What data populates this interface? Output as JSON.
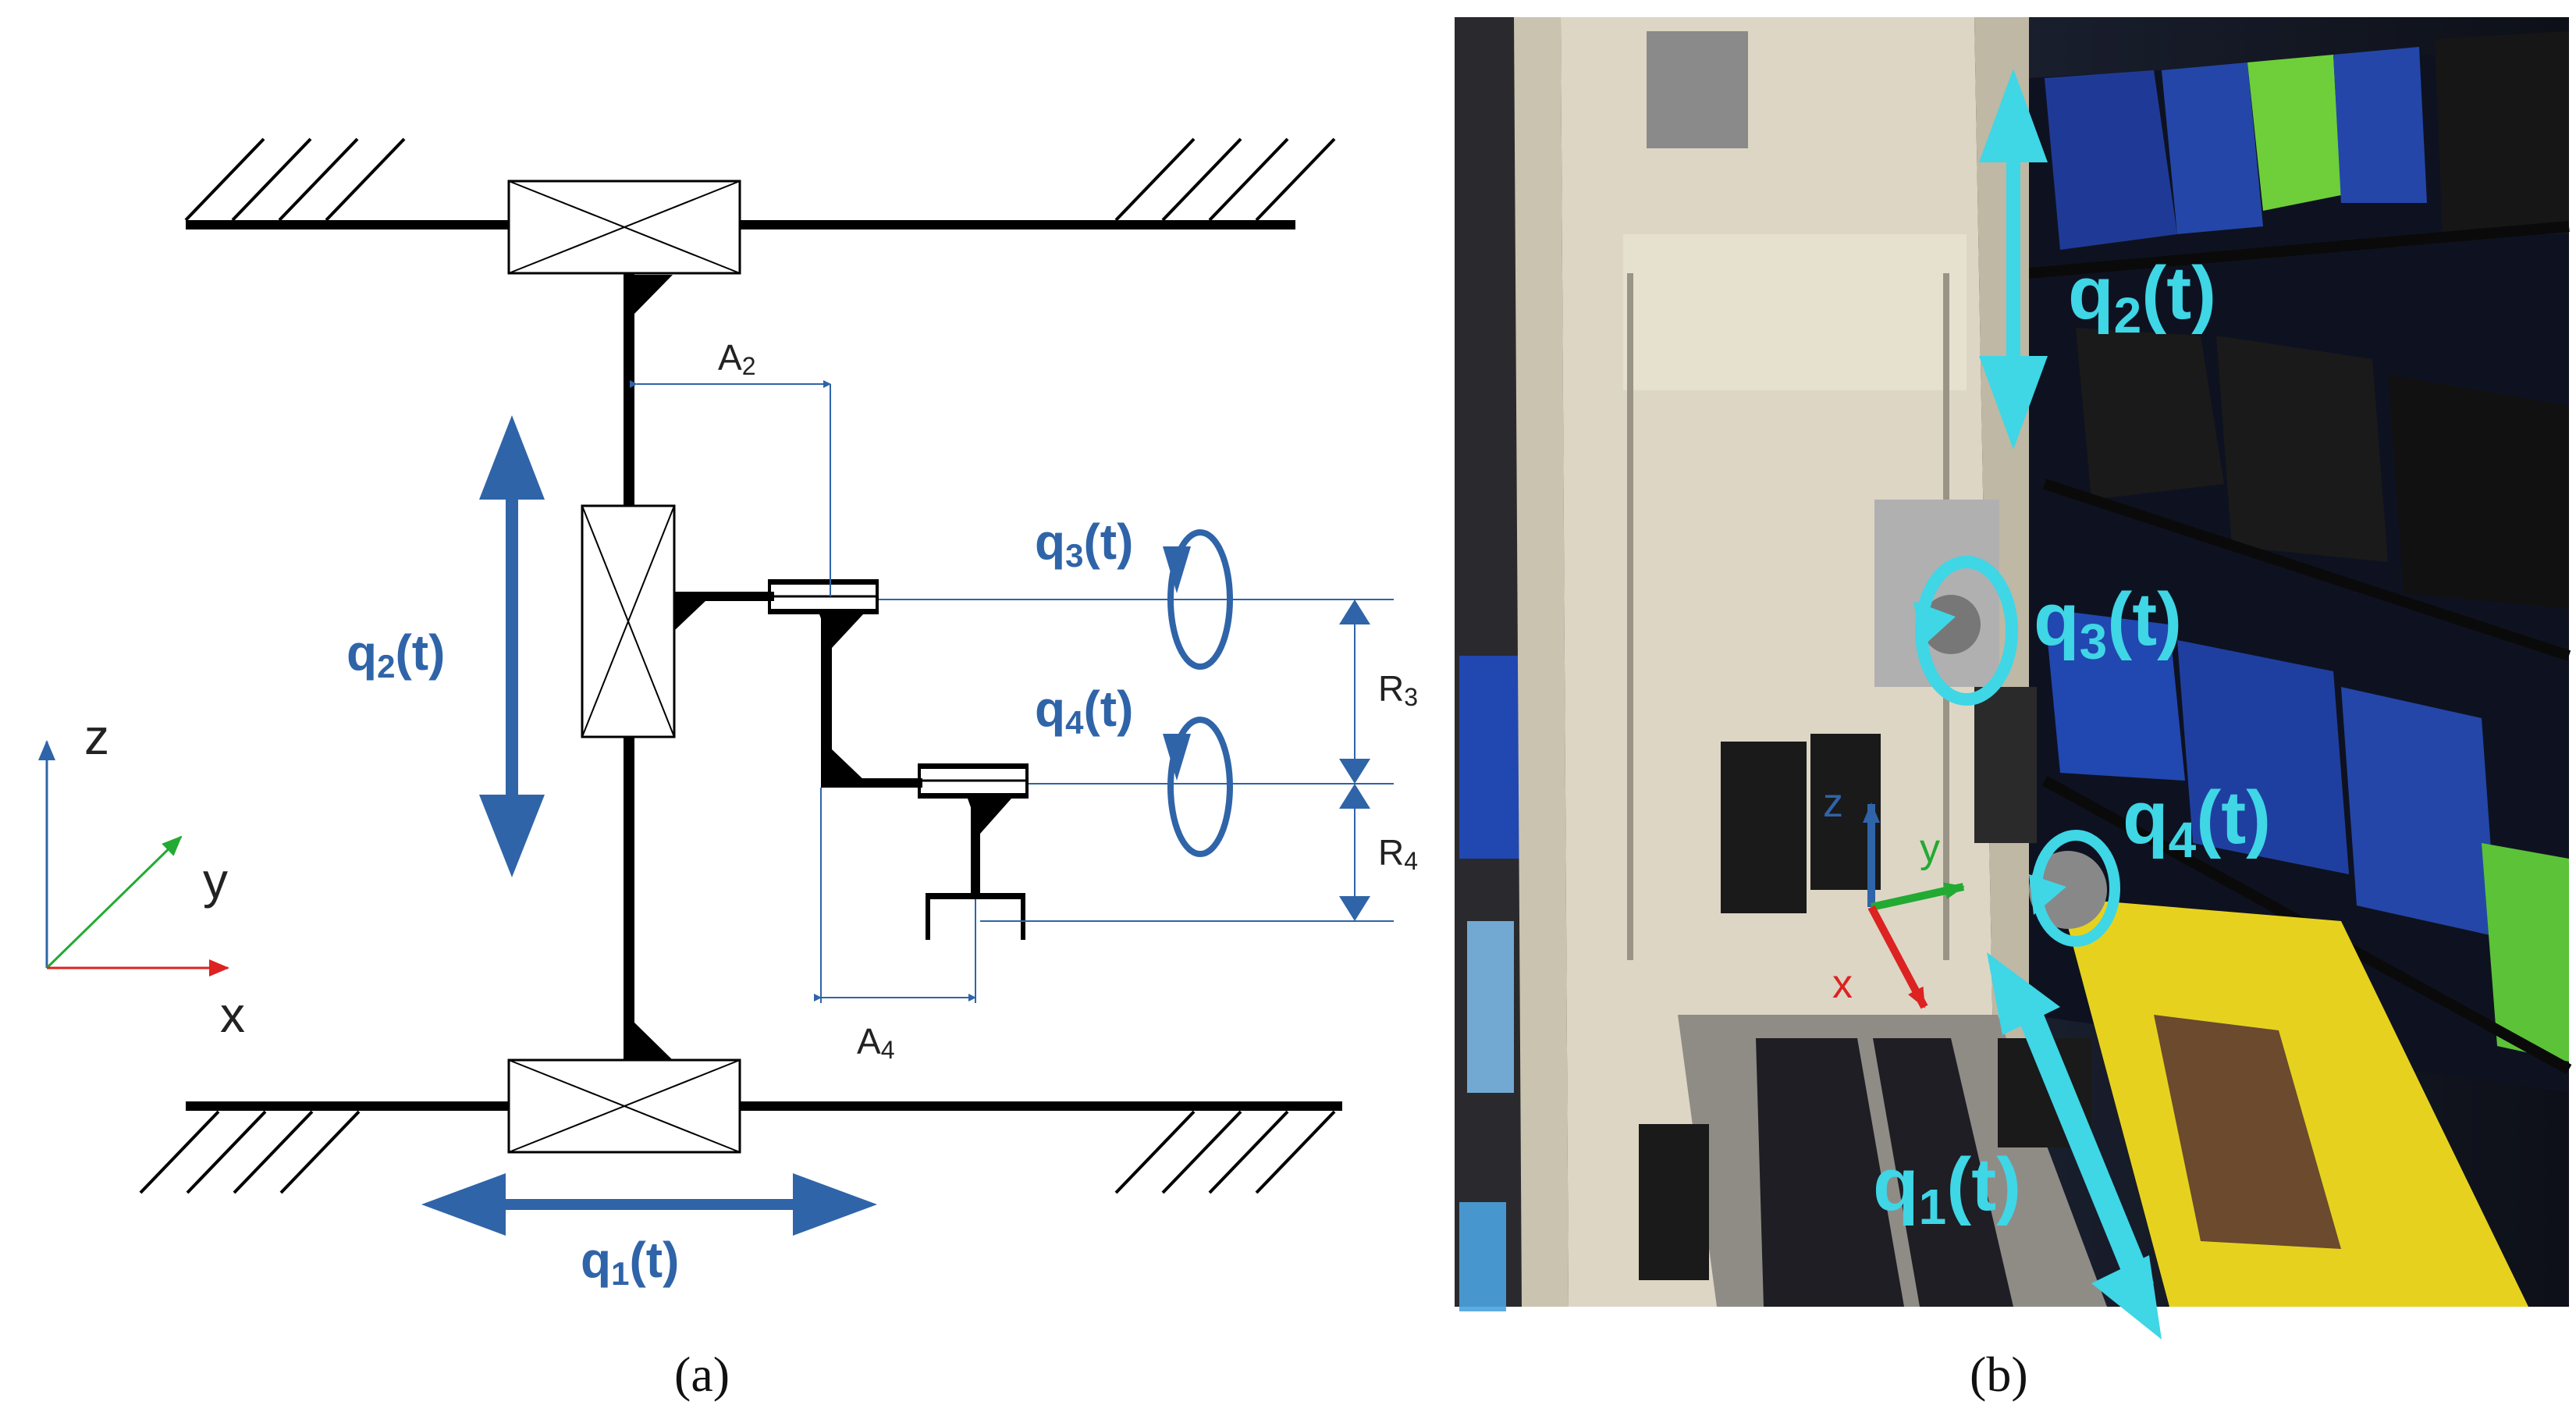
{
  "schematic": {
    "joints": {
      "q1": {
        "base": "q",
        "sub": "1",
        "tail": "(t)"
      },
      "q2": {
        "base": "q",
        "sub": "2",
        "tail": "(t)"
      },
      "q3": {
        "base": "q",
        "sub": "3",
        "tail": "(t)"
      },
      "q4": {
        "base": "q",
        "sub": "4",
        "tail": "(t)"
      }
    },
    "dimensions": {
      "A2": {
        "base": "A",
        "sub": "2"
      },
      "A4": {
        "base": "A",
        "sub": "4"
      },
      "R3": {
        "base": "R",
        "sub": "3"
      },
      "R4": {
        "base": "R",
        "sub": "4"
      }
    },
    "axes": {
      "z": "z",
      "y": "y",
      "x": "x"
    }
  },
  "photo": {
    "joints": {
      "q1": {
        "base": "q",
        "sub": "1",
        "tail": "(t)"
      },
      "q2": {
        "base": "q",
        "sub": "2",
        "tail": "(t)"
      },
      "q3": {
        "base": "q",
        "sub": "3",
        "tail": "(t)"
      },
      "q4": {
        "base": "q",
        "sub": "4",
        "tail": "(t)"
      }
    },
    "frame": {
      "z": "z",
      "y": "y",
      "x": "x"
    }
  },
  "captions": {
    "a": "(a)",
    "b": "(b)"
  },
  "colors": {
    "schematic_blue": "#2f64a8",
    "photo_cyan": "#3fd6e6",
    "axis_z": "#2f64a8",
    "axis_y": "#22aa33",
    "axis_x": "#dd2222"
  }
}
